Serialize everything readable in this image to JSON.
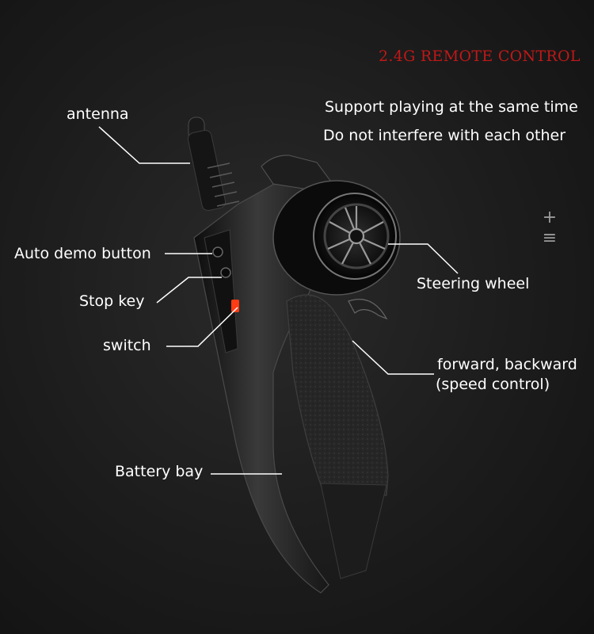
{
  "header": {
    "title": "2.4G REMOTE CONTROL",
    "title_color": "#c01818"
  },
  "intro": {
    "line1": "Support playing at the same time",
    "line2": "Do not interfere with each other"
  },
  "labels": {
    "antenna": "antenna",
    "auto_demo": "Auto demo button",
    "stop_key": "Stop key",
    "switch": "switch",
    "battery_bay": "Battery bay",
    "steering_wheel": "Steering wheel",
    "trigger_line1": "forward, backward",
    "trigger_line2": "(speed control)"
  },
  "colors": {
    "switch_accent": "#ff3b14"
  },
  "icons": [
    "plus-icon",
    "menu-icon"
  ]
}
